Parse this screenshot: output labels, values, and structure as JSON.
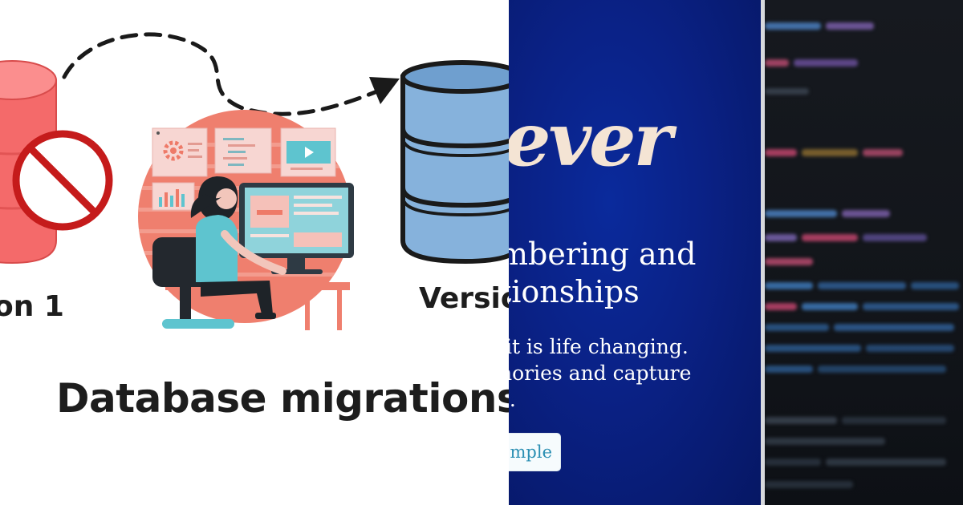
{
  "migration_graphic": {
    "heading": "Database migrations",
    "from_label": "on 1",
    "to_label": "Versio"
  },
  "hero": {
    "logo": "ever",
    "tagline_line1": "mbering and",
    "tagline_line2": "tionships",
    "body_line1": " it is life changing.",
    "body_line2": "nories and capture",
    "body_line3": "s.",
    "cta_label": "mple"
  },
  "icons": {
    "blocked": "no-entry-icon",
    "arrow": "dashed-arrow-icon",
    "database": "database-icon",
    "gear": "gear-icon",
    "play": "play-icon"
  },
  "colors": {
    "db_old": "#f25c5c",
    "db_new": "#86b2dc",
    "prohibit": "#c51b1b",
    "illustration_accent": "#ef7f6e",
    "hero_blue": "#0a2185",
    "logo_cream": "#f4e4d4",
    "cta_text": "#2b8fb3"
  }
}
